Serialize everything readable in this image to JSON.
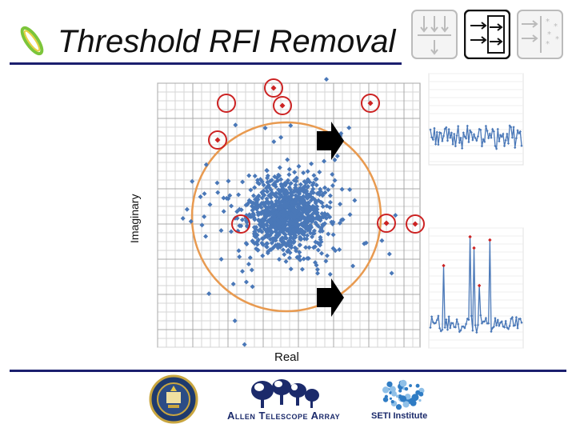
{
  "slide": {
    "title": "Threshold RFI Removal",
    "ylabel": "Imaginary",
    "xlabel": "Real"
  },
  "nav_icons": [
    "parallel-arrows-down-icon",
    "arrows-right-boxed-icon",
    "arrows-right-stars-icon"
  ],
  "colors": {
    "accent_rule": "#1b1f6e",
    "data_points": "#4a78b8",
    "threshold_circle": "#e89a50",
    "outlier_marker": "#cc2222"
  },
  "logos": {
    "atlas_label": "Allen Telescope Array",
    "seti_label": "SETI Institute"
  }
}
